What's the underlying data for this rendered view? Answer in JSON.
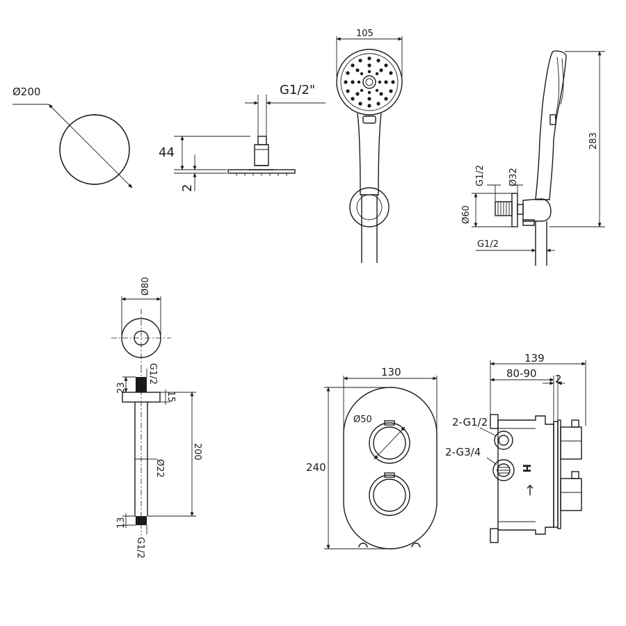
{
  "rain_head": {
    "diameter": "Ø200",
    "thread": "G1/2\"",
    "height": "44",
    "thickness": "2"
  },
  "hand_shower": {
    "width": "105",
    "length": "283",
    "thread_top": "G1/2",
    "outlet_diameter": "Ø32",
    "flange_diameter": "Ø60",
    "thread_bottom": "G1/2"
  },
  "ceiling_arm": {
    "flange_diameter": "Ø80",
    "thread_top": "G1/2",
    "top_length": "23",
    "flange_thickness": "15",
    "length": "200",
    "tube_diameter": "Ø22",
    "bottom_length": "13",
    "thread_bottom": "G1/2"
  },
  "valve_plate": {
    "width": "130",
    "height": "240",
    "knob_diameter": "Ø50"
  },
  "valve_body": {
    "depth": "139",
    "install_range": "80-90",
    "plate_gap": "2",
    "outlet_thread": "2-G1/2",
    "inlet_thread": "2-G3/4",
    "hot_marker": "H"
  }
}
